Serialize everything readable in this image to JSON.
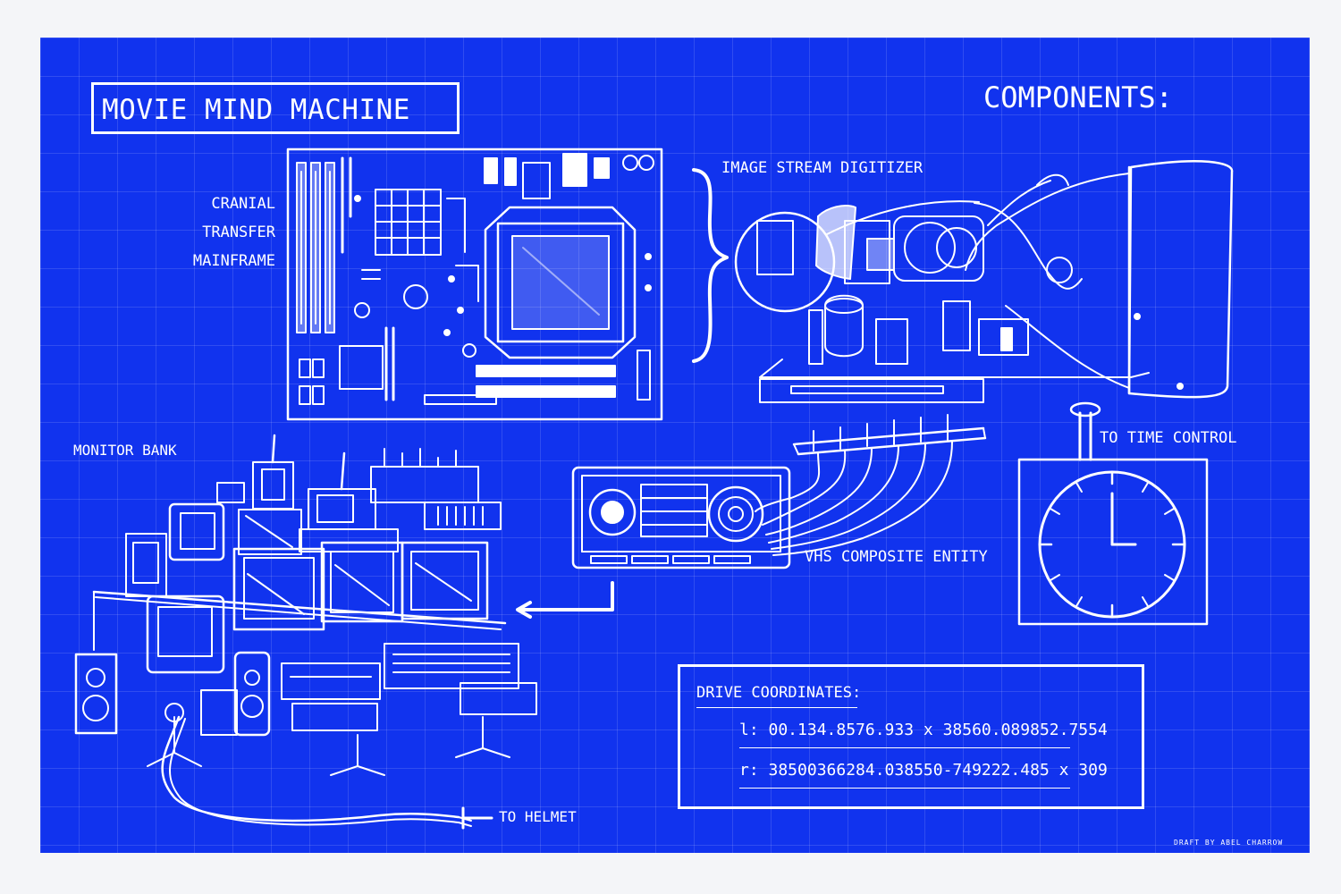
{
  "title": "MOVIE MIND MACHINE",
  "components_heading": "COMPONENTS:",
  "labels": {
    "cranial": [
      "CRANIAL",
      "TRANSFER",
      "MAINFRAME"
    ],
    "image_stream": "IMAGE STREAM DIGITIZER",
    "monitor_bank": "MONITOR BANK",
    "time_control": "TO TIME CONTROL",
    "vhs": "VHS COMPOSITE ENTITY",
    "helmet": "TO HELMET"
  },
  "coordinates": {
    "title": "DRIVE COORDINATES:",
    "l": "l: 00.134.8576.933 x 38560.089852.7554",
    "r": "r: 38500366284.038550-749222.485 x 309"
  },
  "credit": "DRAFT BY ABEL CHARROW",
  "colors": {
    "blueprint": "#1133ee",
    "ink": "#ffffff",
    "margin": "#f4f5f8"
  },
  "icons": [
    "motherboard-icon",
    "crt-digitizer-icon",
    "monitor-bank-icon",
    "vhs-cassette-icon",
    "clock-icon"
  ]
}
